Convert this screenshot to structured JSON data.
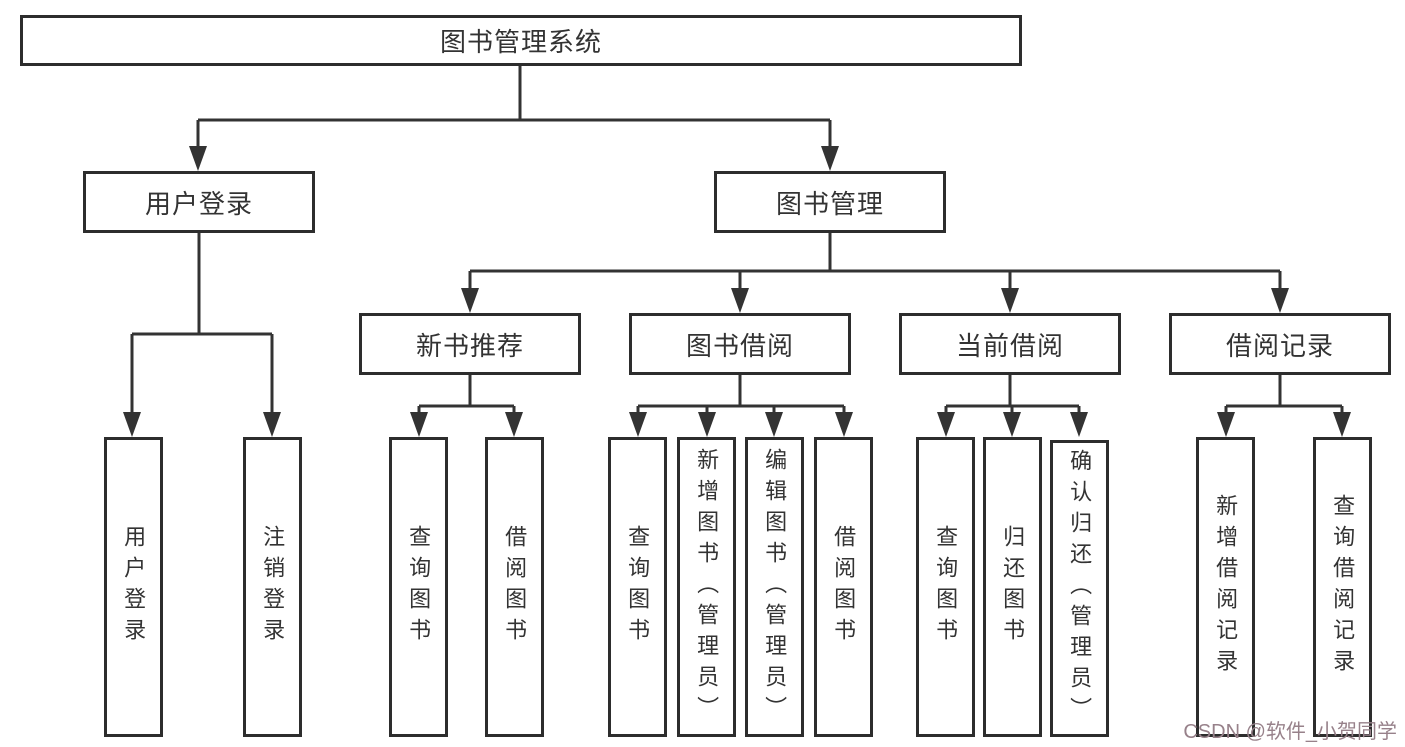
{
  "diagram": {
    "root_label": "图书管理系统",
    "level2": {
      "user_login": "用户登录",
      "book_mgmt": "图书管理"
    },
    "level3": {
      "new_book_rec": "新书推荐",
      "book_borrow": "图书借阅",
      "current_borrow": "当前借阅",
      "borrow_records": "借阅记录"
    },
    "leaves": {
      "user_login": [
        "用户登录",
        "注销登录"
      ],
      "new_book_rec": [
        "查询图书",
        "借阅图书"
      ],
      "book_borrow": [
        "查询图书",
        "新增图书（管理员）",
        "编辑图书（管理员）",
        "借阅图书"
      ],
      "current_borrow": [
        "查询图书",
        "归还图书",
        "确认归还（管理员）"
      ],
      "borrow_records": [
        "新增借阅记录",
        "查询借阅记录"
      ]
    },
    "watermark": "CSDN @软件_小贺同学",
    "colors": {
      "line": "#333333",
      "box_border": "#2d2d2d",
      "text": "#333333",
      "watermark": "#97818a",
      "background": "#ffffff"
    }
  }
}
